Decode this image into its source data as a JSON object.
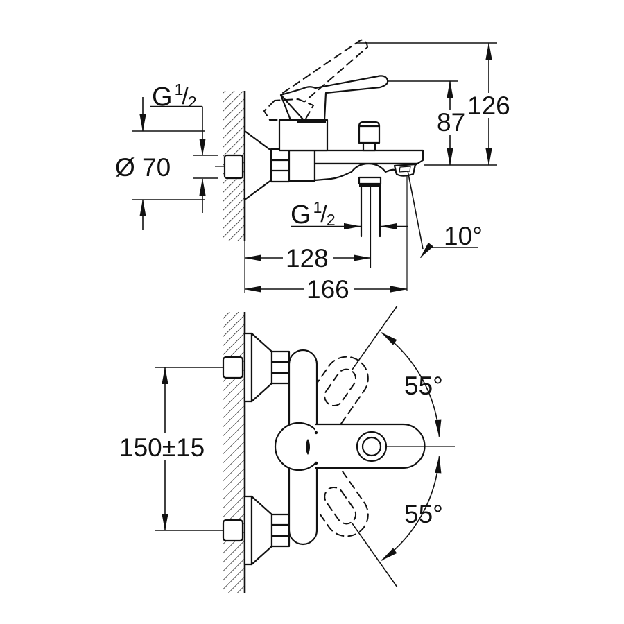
{
  "drawing": {
    "background": "#ffffff",
    "line_color": "#111111",
    "side_view": {
      "dimensions": {
        "wall_thread": {
          "g": "G",
          "num": "1",
          "slash": "/",
          "den": "2"
        },
        "escutcheon_diameter": "Ø 70",
        "spout_height": "87",
        "handle_height": "126",
        "shower_thread": {
          "g": "G",
          "num": "1",
          "slash": "/",
          "den": "2"
        },
        "spout_reach": "128",
        "total_reach": "166",
        "spout_angle": "10°"
      }
    },
    "front_view": {
      "dimensions": {
        "inlet_spacing": "150±15",
        "handle_swing_up": "55°",
        "handle_swing_down": "55°"
      }
    }
  }
}
